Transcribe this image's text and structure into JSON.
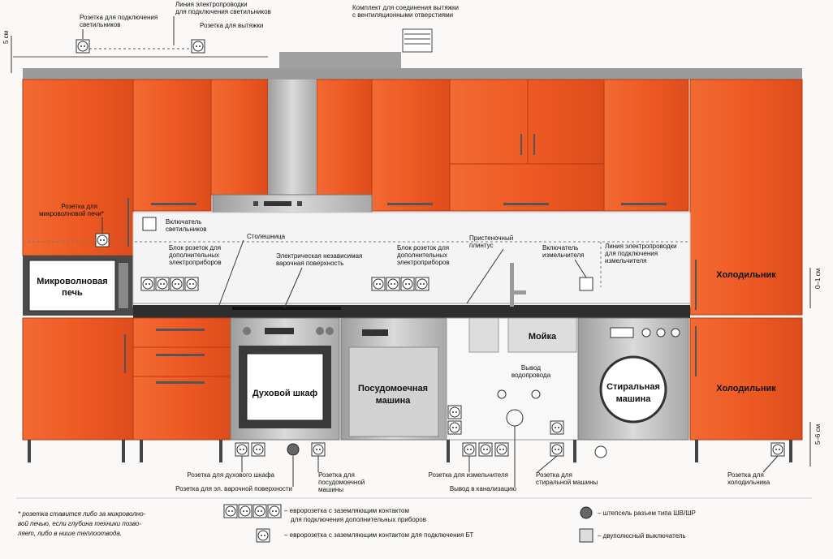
{
  "labels": {
    "socket_lights": [
      "Розетка для подключения",
      "светильников"
    ],
    "line_lights": [
      "Линия электропроводки",
      "для подключения светильников"
    ],
    "socket_hood": "Розетка для вытяжки",
    "hood_kit": [
      "Комплект для соединения вытяжки",
      "с вентиляционными отверстиями"
    ],
    "socket_microwave": [
      "Розетка для",
      "микроволновой печи*"
    ],
    "switch_lights": [
      "Включатель",
      "светильников"
    ],
    "socket_block_left": [
      "Блок розеток для",
      "дополнительных",
      "электроприборов"
    ],
    "countertop": "Столешница",
    "hob": [
      "Электрическая независимая",
      "варочная поверхность"
    ],
    "socket_block_mid": [
      "Блок розеток для",
      "дополнительных",
      "электроприборов"
    ],
    "plinth": [
      "Пристеночный",
      "плинтус"
    ],
    "switch_grinder": [
      "Включатель",
      "измельчителя"
    ],
    "line_grinder": [
      "Линия электропроводки",
      "для подключения",
      "измельчителя"
    ],
    "microwave": [
      "Микроволновая",
      "печь"
    ],
    "fridge_top": "Холодильник",
    "fridge_bottom": "Холодильник",
    "sink": "Мойка",
    "water_outlet": [
      "Вывод",
      "водопровода"
    ],
    "oven": "Духовой шкаф",
    "dishwasher": [
      "Посудомоечная",
      "машина"
    ],
    "washer": [
      "Стиральная",
      "машина"
    ],
    "socket_oven": "Розетка для духового шкафа",
    "socket_hob": "Розетка для эл. варочной поверхности",
    "socket_dishwasher": [
      "Розетка для",
      "посудомоечной",
      "машины"
    ],
    "socket_grinder": "Розетка для измельчителя",
    "sewer": "Вывод в канализацию",
    "socket_washer": [
      "Розетка для",
      "стиральной машины"
    ],
    "socket_fridge": [
      "Розетка для",
      "холодильника"
    ]
  },
  "dimensions": {
    "top_gap": "5 см",
    "right_gap": "0–1 см",
    "bottom_gap": "5–6 см"
  },
  "footnote": [
    "* розетка ставится либо за микроволно-",
    "вой печью, если глубина техники позво-",
    "ляет, либо в нише теплоотвода."
  ],
  "legend": {
    "euro_socket": [
      "– евророзетка с заземляющим контактом",
      "для подключения дополнительных приборов"
    ],
    "euro_socket_bt": "– евророзетка с заземляющим контактом для подключения БТ",
    "plug": "– штепсель разъем типа ШВ/ШР",
    "switch": "– двуполюсный выключатель"
  },
  "colors": {
    "cabinet": "#ee5a24",
    "cabinet_dark": "#d8481a",
    "steel": "#c4c4c4",
    "counter": "#2e2e2e"
  }
}
